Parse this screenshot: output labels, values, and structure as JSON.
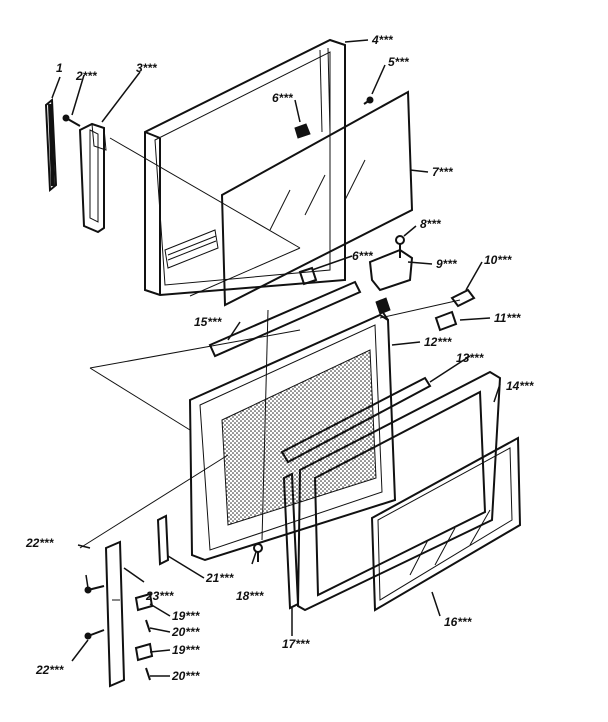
{
  "callouts": [
    {
      "id": "c1",
      "text": "1"
    },
    {
      "id": "c2",
      "text": "2***"
    },
    {
      "id": "c3",
      "text": "3***"
    },
    {
      "id": "c4",
      "text": "4***"
    },
    {
      "id": "c5",
      "text": "5***"
    },
    {
      "id": "c6a",
      "text": "6***"
    },
    {
      "id": "c7",
      "text": "7***"
    },
    {
      "id": "c8",
      "text": "8***"
    },
    {
      "id": "c6b",
      "text": "6***"
    },
    {
      "id": "c9",
      "text": "9***"
    },
    {
      "id": "c10",
      "text": "10***"
    },
    {
      "id": "c11",
      "text": "11***"
    },
    {
      "id": "c15",
      "text": "15***"
    },
    {
      "id": "c12",
      "text": "12***"
    },
    {
      "id": "c13",
      "text": "13***"
    },
    {
      "id": "c14",
      "text": "14***"
    },
    {
      "id": "c22a",
      "text": "22***"
    },
    {
      "id": "c23",
      "text": "23***"
    },
    {
      "id": "c21",
      "text": "21***"
    },
    {
      "id": "c18",
      "text": "18***"
    },
    {
      "id": "c19a",
      "text": "19***"
    },
    {
      "id": "c20a",
      "text": "20***"
    },
    {
      "id": "c19b",
      "text": "19***"
    },
    {
      "id": "c22b",
      "text": "22***"
    },
    {
      "id": "c20b",
      "text": "20***"
    },
    {
      "id": "c17",
      "text": "17***"
    },
    {
      "id": "c16",
      "text": "16***"
    }
  ]
}
